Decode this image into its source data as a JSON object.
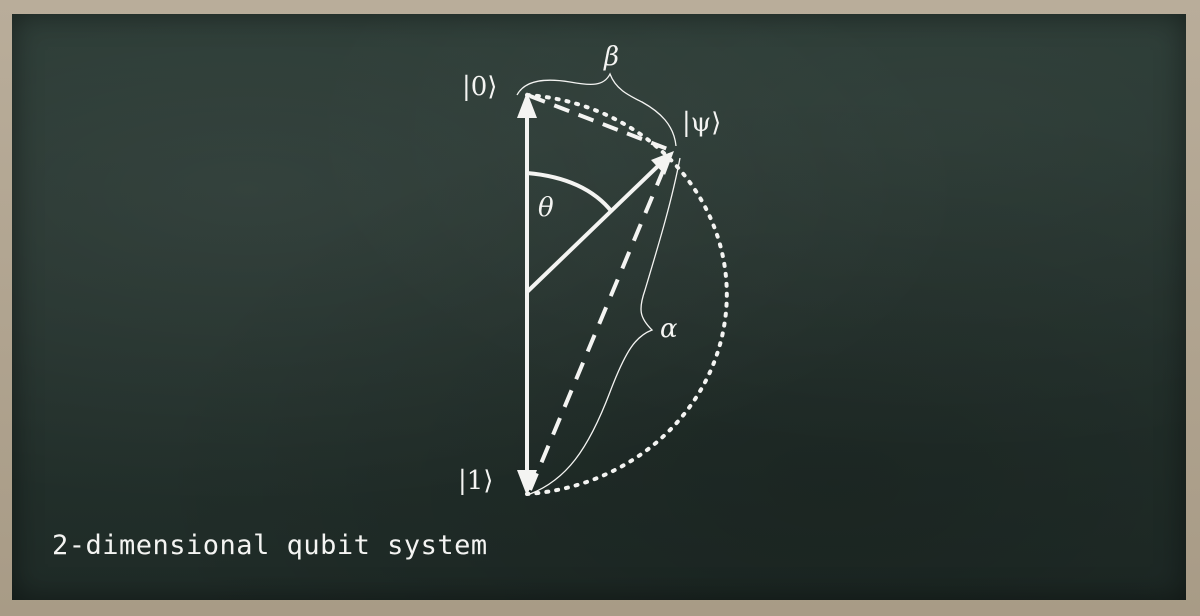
{
  "labels": {
    "ket0": "|0⟩",
    "ket1": "|1⟩",
    "psi": "|ψ⟩",
    "theta": "θ",
    "alpha": "α",
    "beta": "β"
  },
  "caption": "2-dimensional qubit system",
  "colors": {
    "chalk": "#f4f4f2",
    "board": "#25332e",
    "frame": "#b0a38f"
  }
}
